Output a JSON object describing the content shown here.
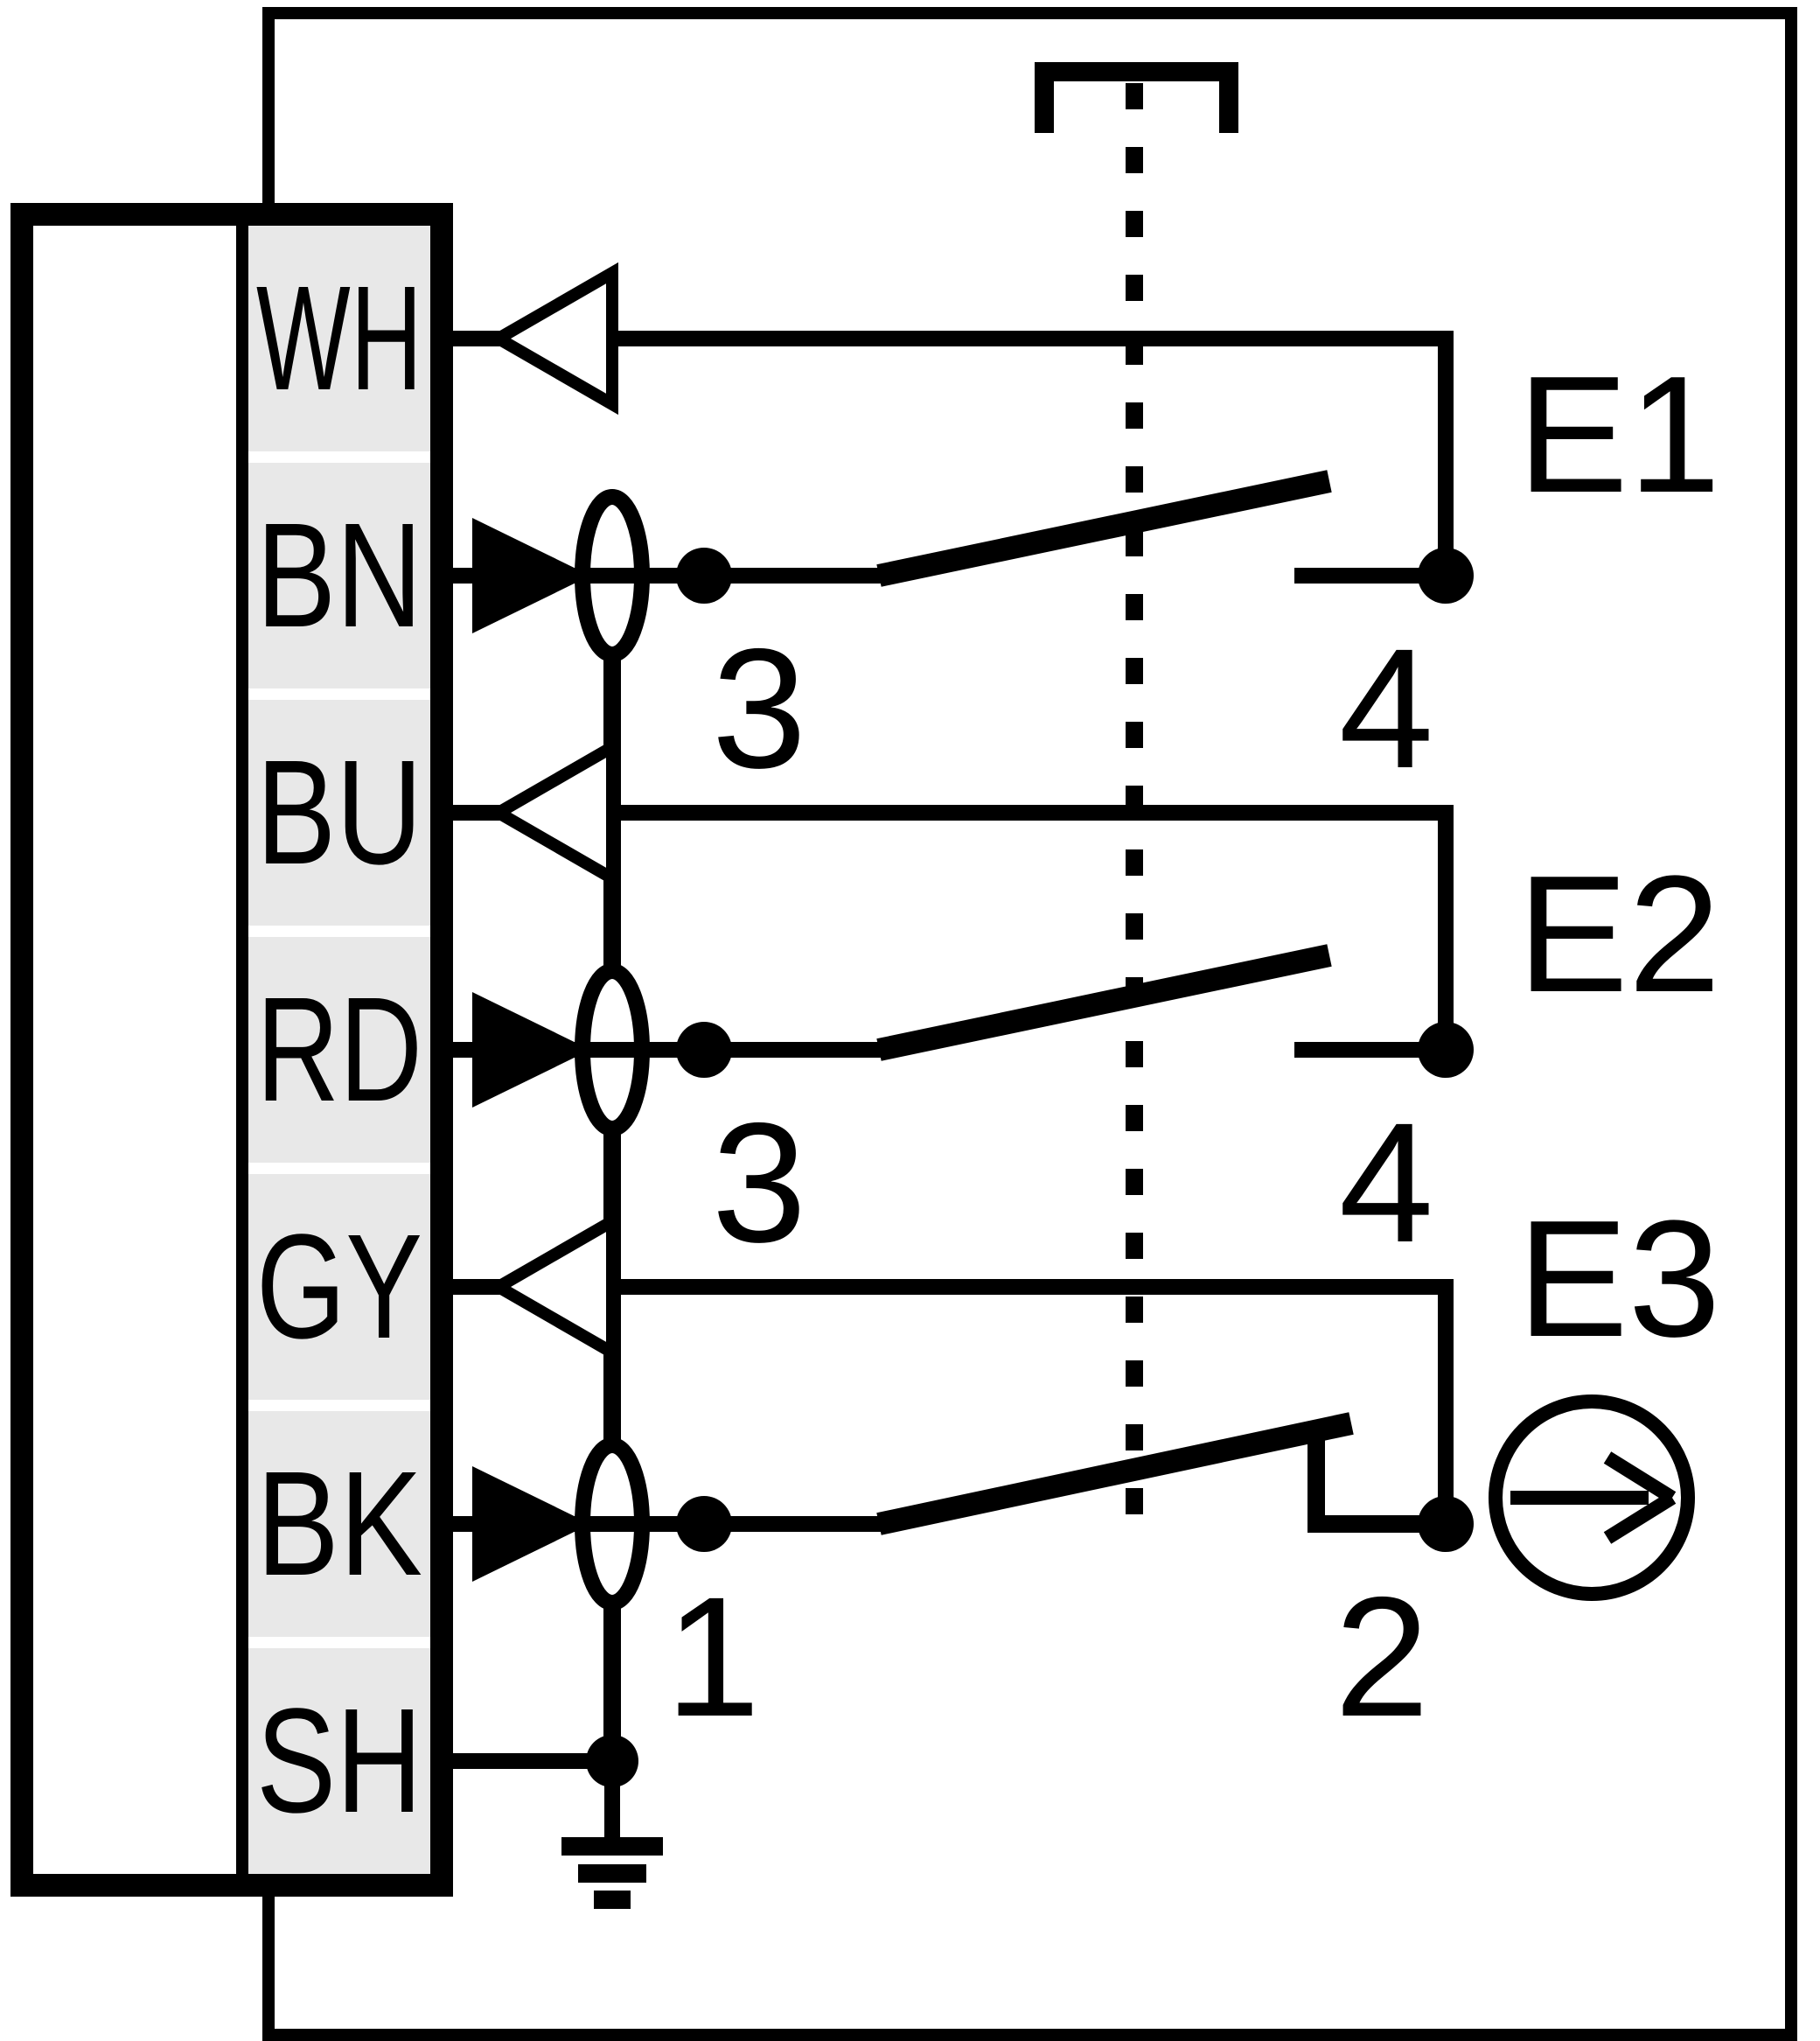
{
  "palette": {
    "ink": "#000000",
    "cell_fill": "#e8e8e8",
    "paper": "#ffffff"
  },
  "terminal_block": {
    "cells": [
      {
        "label": "WH"
      },
      {
        "label": "BN"
      },
      {
        "label": "BU"
      },
      {
        "label": "RD"
      },
      {
        "label": "GY"
      },
      {
        "label": "BK"
      },
      {
        "label": "SH"
      }
    ]
  },
  "switches": [
    {
      "label": "E1",
      "left_terminal": "3",
      "right_terminal": "4"
    },
    {
      "label": "E2",
      "left_terminal": "3",
      "right_terminal": "4"
    },
    {
      "label": "E3",
      "left_terminal": "1",
      "right_terminal": "2"
    }
  ]
}
